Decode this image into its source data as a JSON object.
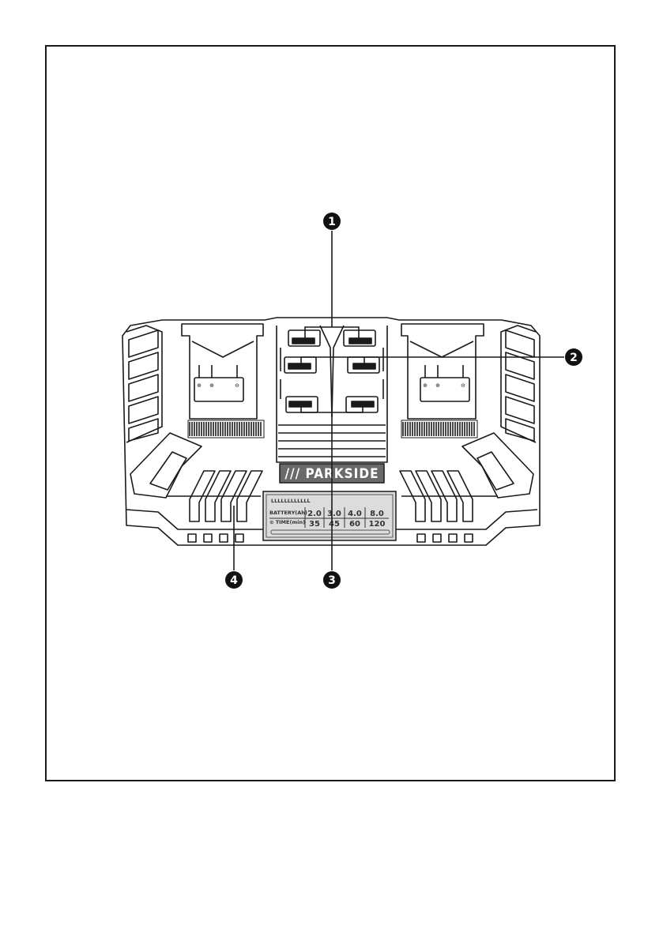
{
  "figure": {
    "brand": "/// PARKSIDE",
    "callouts": [
      {
        "id": "1",
        "label": "1"
      },
      {
        "id": "2",
        "label": "2"
      },
      {
        "id": "3",
        "label": "3"
      },
      {
        "id": "4",
        "label": "4"
      }
    ],
    "terminal_symbols": [
      "⊕",
      "⊕",
      "⊖"
    ],
    "charge_table": {
      "header_text": "LLLLLLLLLLLL",
      "row1_label": "BATTERY(Ah)",
      "row2_label": "⊙ TIME(min)",
      "capacities": [
        "2.0",
        "3.0",
        "4.0",
        "8.0"
      ],
      "times": [
        "35",
        "45",
        "60",
        "120"
      ]
    }
  },
  "colors": {
    "line": "#1a1a1a",
    "body_fill": "#ffffff",
    "callout_fill": "#111111",
    "brand_fill": "#6a6a6a",
    "label_fill": "#dcdcdc"
  }
}
